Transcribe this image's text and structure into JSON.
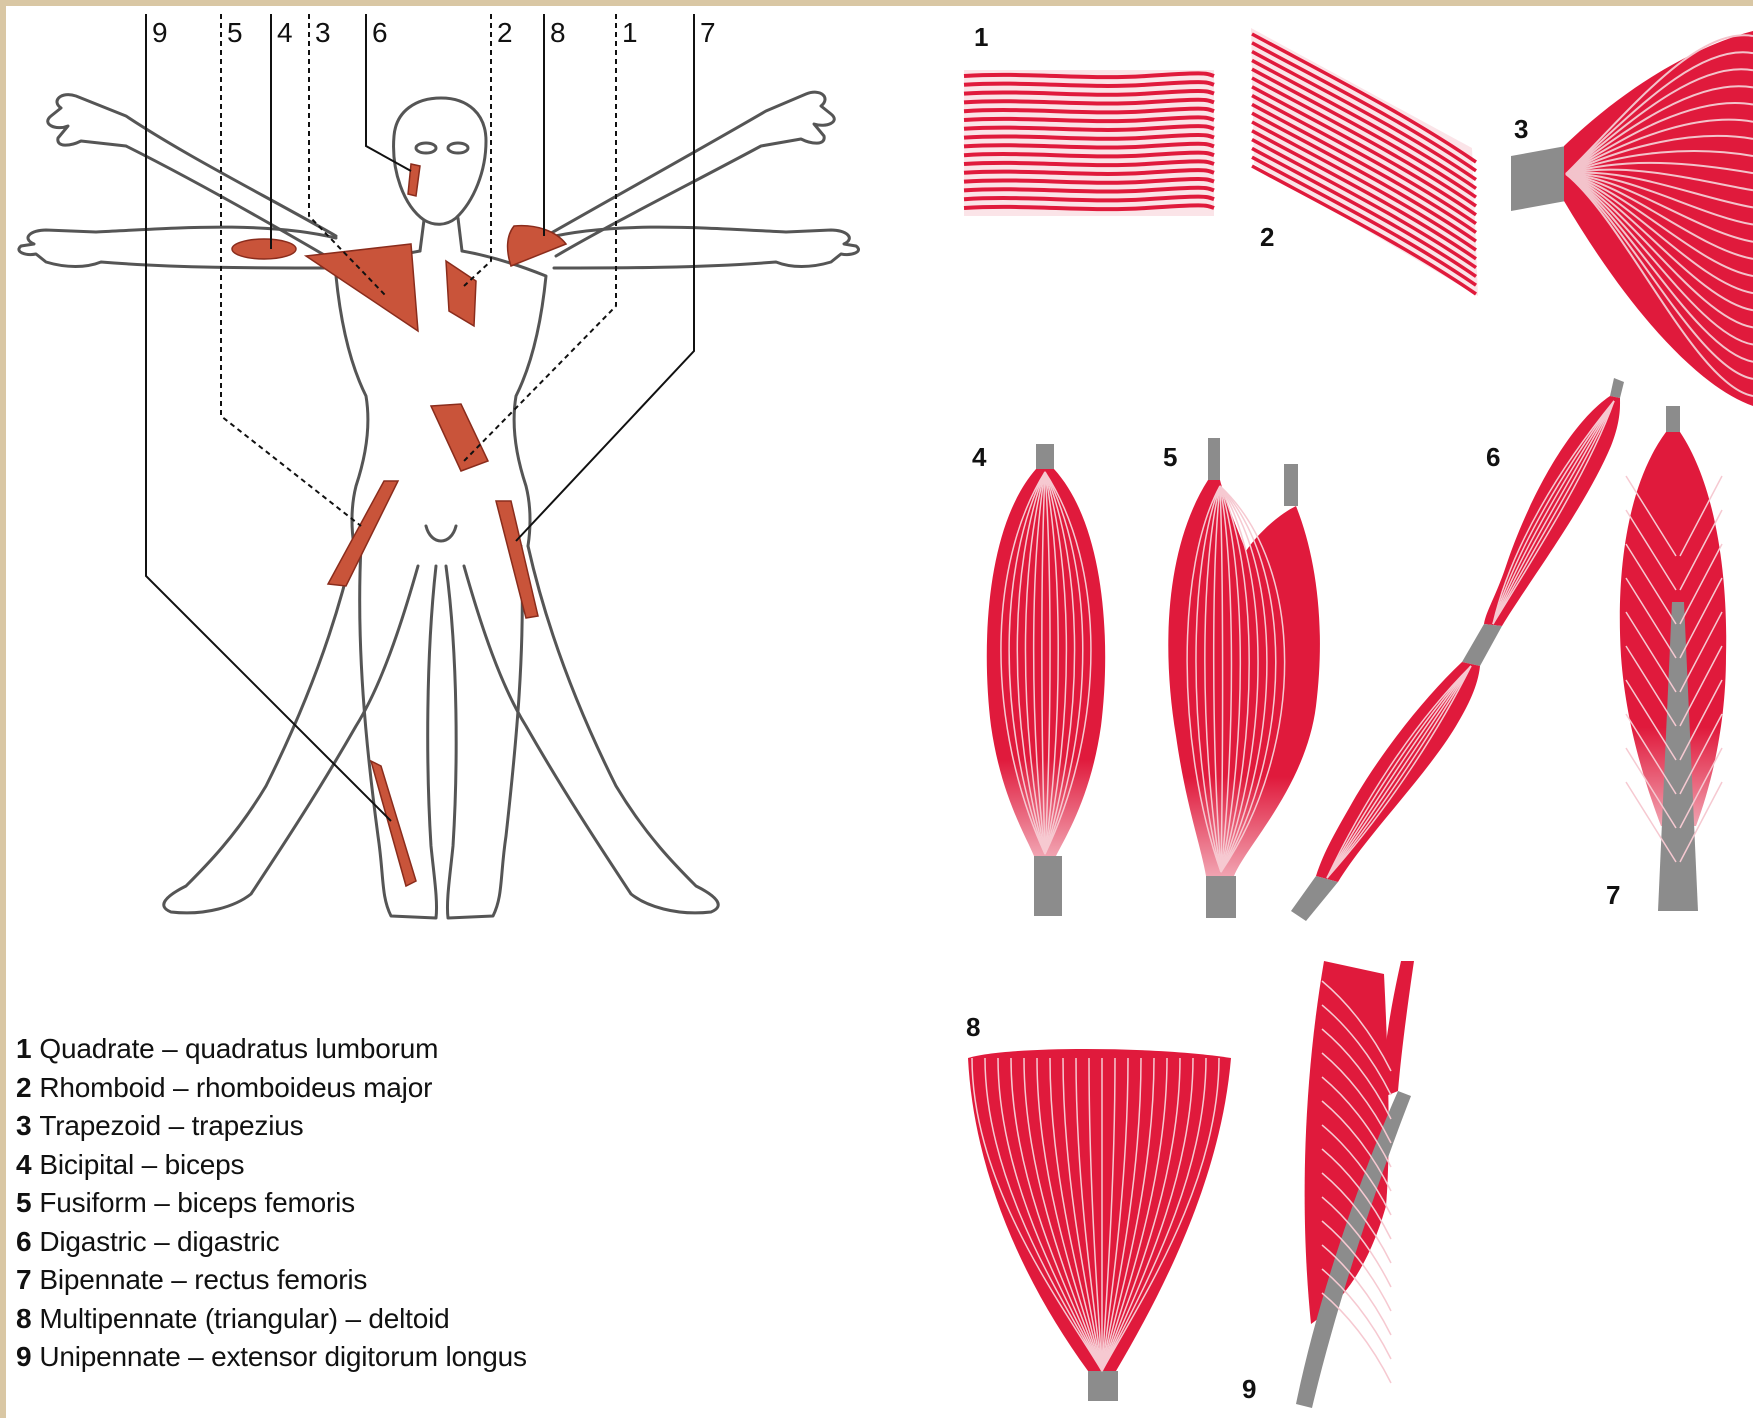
{
  "pointer_labels": [
    "9",
    "5",
    "4",
    "3",
    "6",
    "2",
    "8",
    "1",
    "7"
  ],
  "figure_labels": [
    "1",
    "2",
    "3",
    "4",
    "5",
    "6",
    "7",
    "8",
    "9"
  ],
  "legend": [
    {
      "num": "1",
      "text": "Quadrate – quadratus lumborum"
    },
    {
      "num": "2",
      "text": "Rhomboid – rhomboideus major"
    },
    {
      "num": "3",
      "text": "Trapezoid – trapezius"
    },
    {
      "num": "4",
      "text": "Bicipital – biceps"
    },
    {
      "num": "5",
      "text": "Fusiform – biceps femoris"
    },
    {
      "num": "6",
      "text": "Digastric – digastric"
    },
    {
      "num": "7",
      "text": "Bipennate – rectus femoris"
    },
    {
      "num": "8",
      "text": "Multipennate (triangular) – deltoid"
    },
    {
      "num": "9",
      "text": "Unipennate – extensor digitorum longus"
    }
  ],
  "colors": {
    "muscle": "#e01a3c",
    "muscle_on_body": "#c9543a",
    "tendon": "#8c8c8c",
    "outline": "#555555",
    "background": "#ffffff",
    "border": "#d9c7a4"
  }
}
